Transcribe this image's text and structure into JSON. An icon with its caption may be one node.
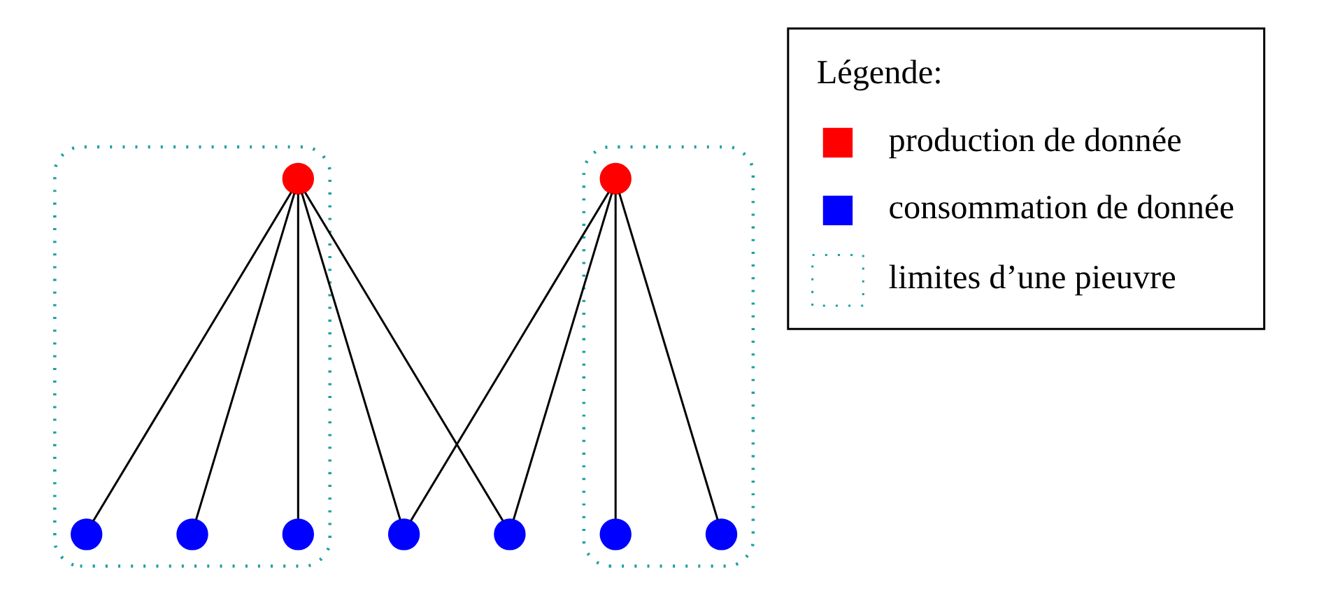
{
  "diagram": {
    "nodes": [
      {
        "text": [],
        "shape": "cloud"
      },
      {
        "text": [],
        "shape": "cloud"
      },
      {
        "text": [],
        "shape": "circle",
        "in": 1
      },
      {
        "text": [],
        "shape": "circle",
        "in": 0
      },
      {
        "text": [],
        "shape": "circle",
        "in": 1
      },
      {
        "text": [],
        "shape": "circle",
        "in": 0
      },
      {
        "text": [],
        "shape": "circle"
      },
      {
        "text": [],
        "shape": "circle",
        "in": 1
      },
      {
        "text": [],
        "shape": "circle"
      },
      {
        "text": [],
        "shape": "circle",
        "in": 0
      },
      {
        "text": [],
        "shape": "circle",
        "in": 0
      }
    ],
    "edges": [
      {
        "from": 3,
        "to": 5,
        "arrow": "none"
      },
      {
        "from": 3,
        "to": 10,
        "arrow": "none"
      },
      {
        "from": 3,
        "to": 9,
        "arrow": "none"
      },
      {
        "from": 3,
        "to": 6,
        "arrow": "none"
      },
      {
        "from": 3,
        "to": 8,
        "arrow": "none"
      },
      {
        "from": 2,
        "to": 6,
        "arrow": "none"
      },
      {
        "from": 2,
        "to": 8,
        "arrow": "none"
      },
      {
        "from": 2,
        "to": 7,
        "arrow": "none"
      },
      {
        "from": 2,
        "to": 4,
        "arrow": "none"
      }
    ],
    "labels": [
      "Légende:"
    ],
    "legend": [
      {
        "text": "production de donnée",
        "color": "#ff0000"
      },
      {
        "text": "consommation de donnée",
        "color": "#0000ff"
      },
      {
        "text": "limites d’une pieuvre"
      }
    ]
  }
}
